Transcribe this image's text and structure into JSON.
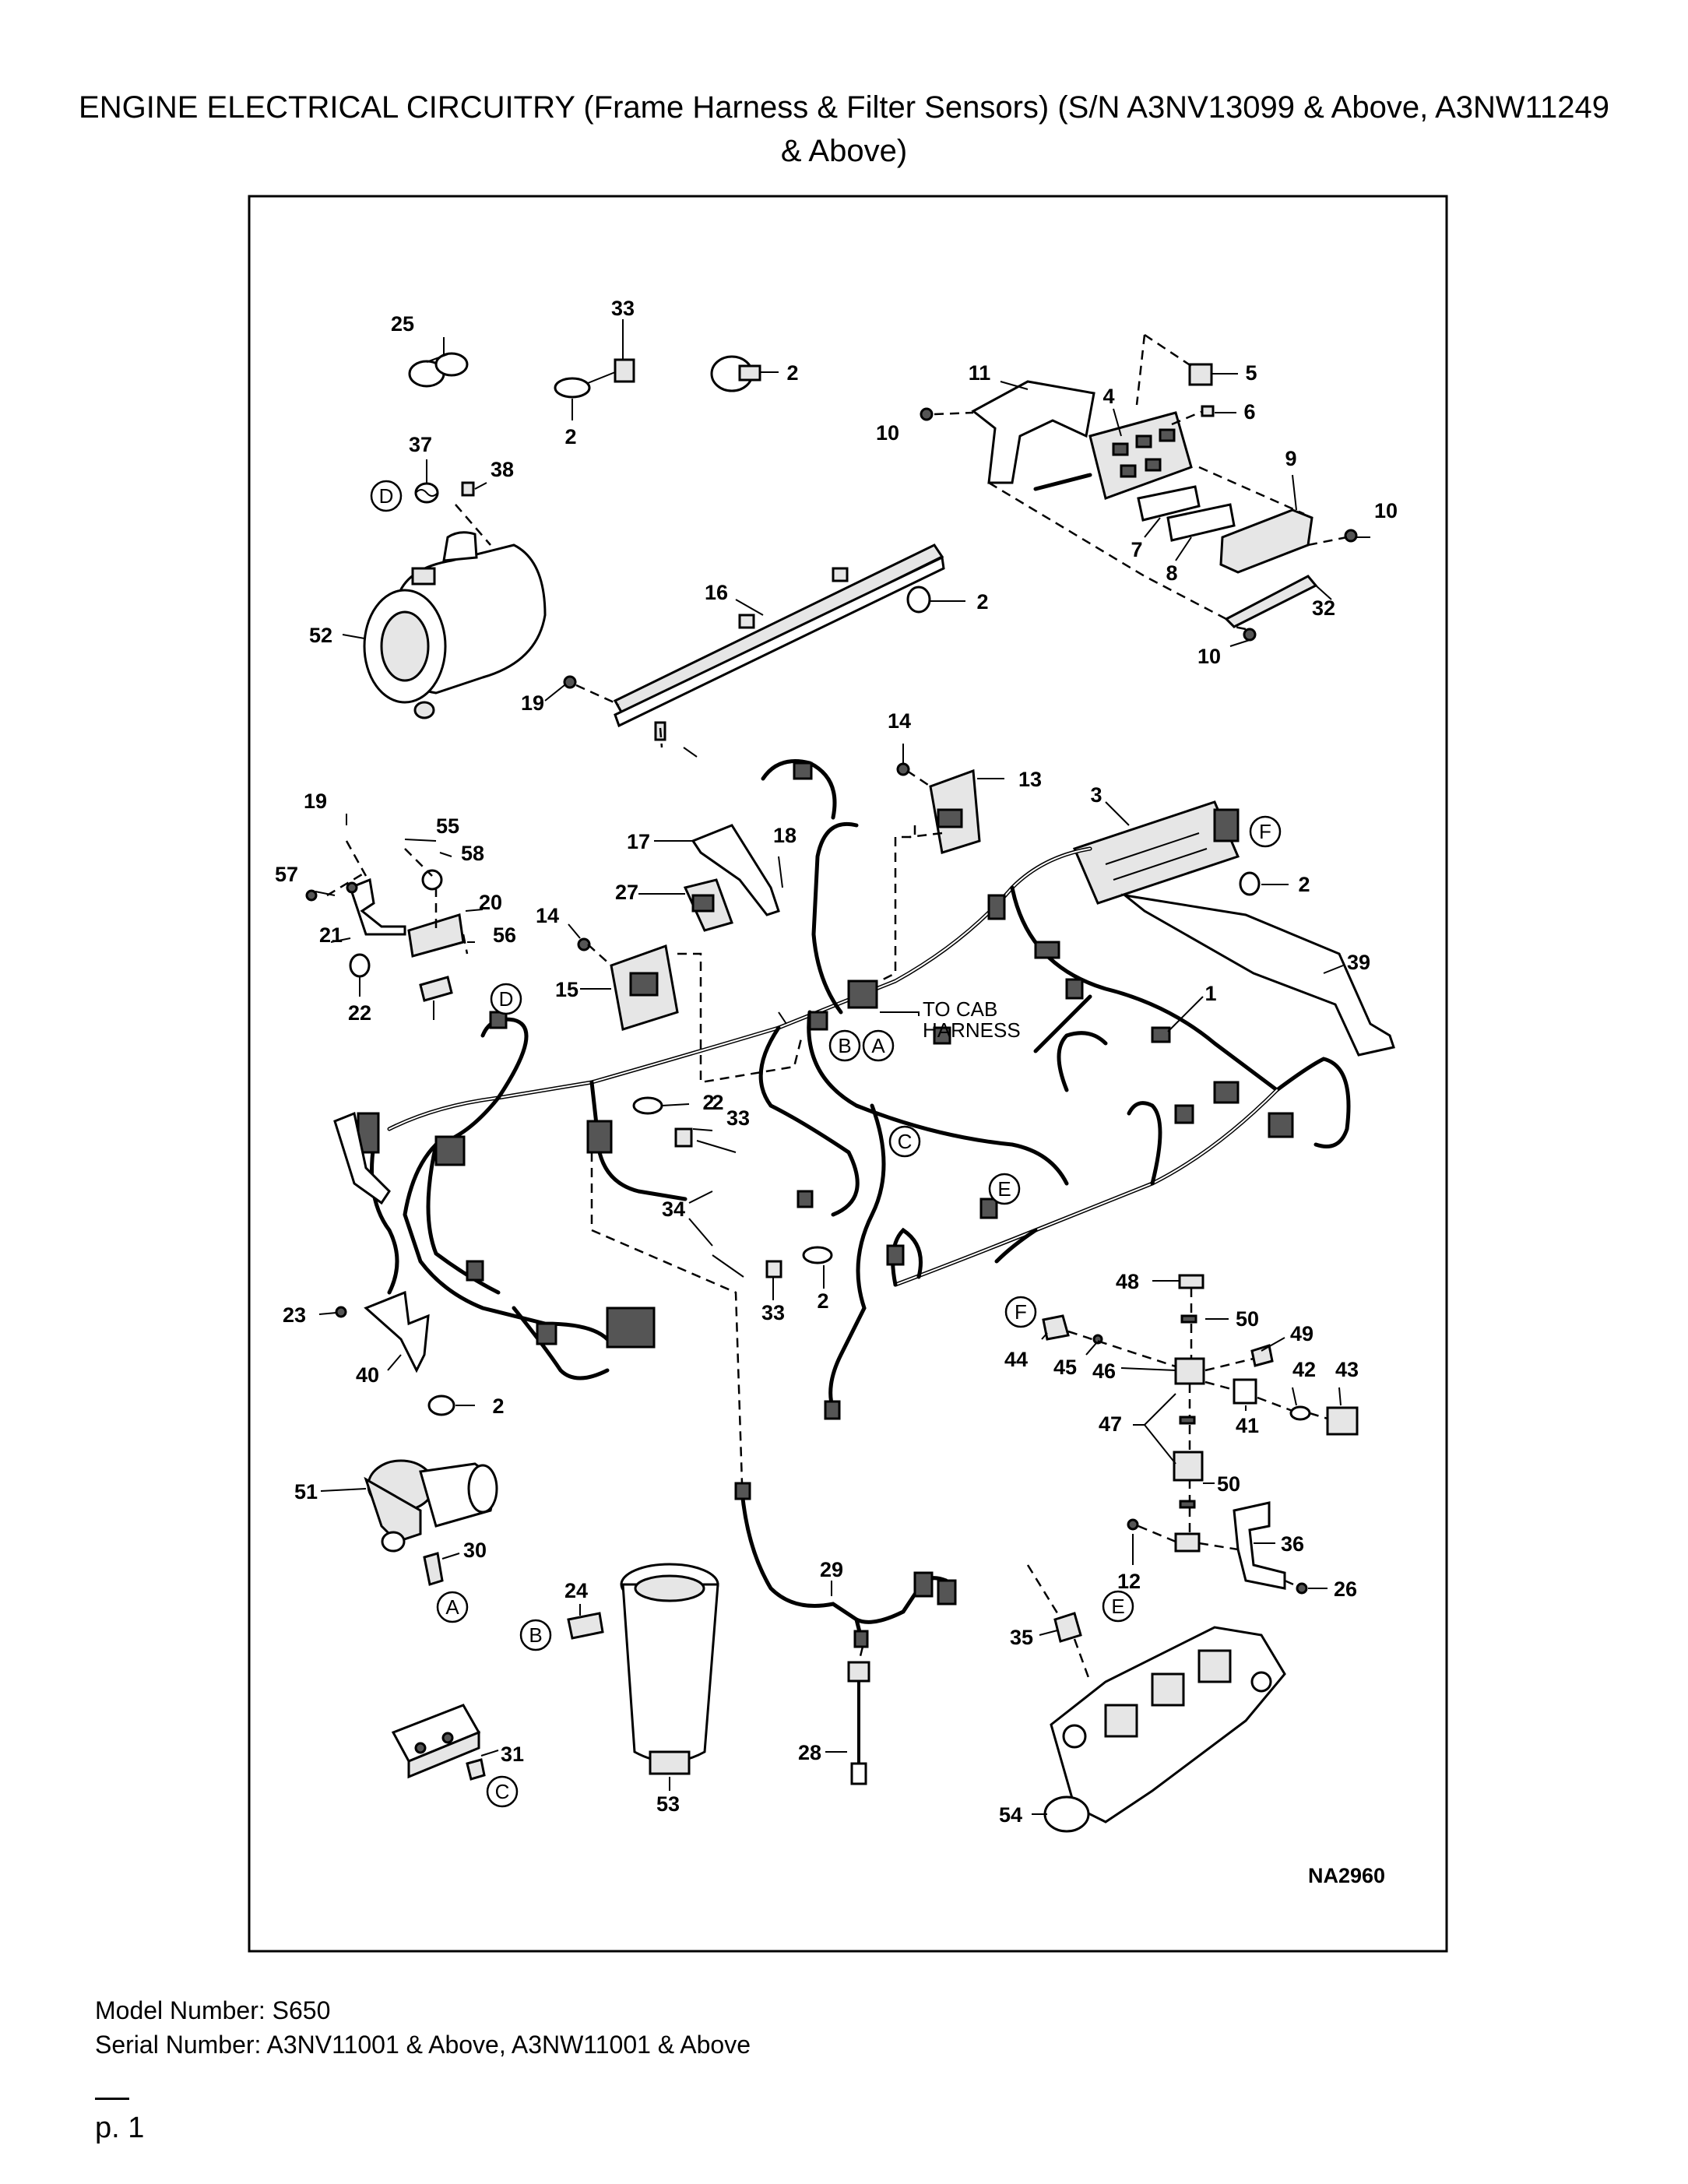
{
  "page": {
    "title": "ENGINE ELECTRICAL CIRCUITRY (Frame Harness & Filter Sensors) (S/N A3NV13099 & Above, A3NW11249 & Above)",
    "model_number": "Model Number: S650",
    "serial_number": "Serial Number: A3NV11001 & Above, A3NW11001 & Above",
    "page_number": "p. 1"
  },
  "diagram": {
    "figure_id": "NA2960",
    "note_line1": "TO CAB",
    "note_line2": "HARNESS",
    "callouts": [
      {
        "id": "c25",
        "label": "25"
      },
      {
        "id": "c33a",
        "label": "33"
      },
      {
        "id": "c2a",
        "label": "2"
      },
      {
        "id": "c2b",
        "label": "2"
      },
      {
        "id": "c11",
        "label": "11"
      },
      {
        "id": "c5",
        "label": "5"
      },
      {
        "id": "c6",
        "label": "6"
      },
      {
        "id": "c4",
        "label": "4"
      },
      {
        "id": "c10a",
        "label": "10"
      },
      {
        "id": "c9",
        "label": "9"
      },
      {
        "id": "c37",
        "label": "37"
      },
      {
        "id": "c38",
        "label": "38"
      },
      {
        "id": "c10b",
        "label": "10"
      },
      {
        "id": "c7",
        "label": "7"
      },
      {
        "id": "c8",
        "label": "8"
      },
      {
        "id": "c16",
        "label": "16"
      },
      {
        "id": "c2c",
        "label": "2"
      },
      {
        "id": "c32",
        "label": "32"
      },
      {
        "id": "c52",
        "label": "52"
      },
      {
        "id": "c10c",
        "label": "10"
      },
      {
        "id": "c19a",
        "label": "19"
      },
      {
        "id": "c14a",
        "label": "14"
      },
      {
        "id": "c13",
        "label": "13"
      },
      {
        "id": "c3",
        "label": "3"
      },
      {
        "id": "c19b",
        "label": "19"
      },
      {
        "id": "c55",
        "label": "55"
      },
      {
        "id": "c17",
        "label": "17"
      },
      {
        "id": "c18",
        "label": "18"
      },
      {
        "id": "c58",
        "label": "58"
      },
      {
        "id": "c57",
        "label": "57"
      },
      {
        "id": "c27",
        "label": "27"
      },
      {
        "id": "c2d",
        "label": "2"
      },
      {
        "id": "c20",
        "label": "20"
      },
      {
        "id": "c21",
        "label": "21"
      },
      {
        "id": "c14b",
        "label": "14"
      },
      {
        "id": "c56",
        "label": "56"
      },
      {
        "id": "c39",
        "label": "39"
      },
      {
        "id": "c15",
        "label": "15"
      },
      {
        "id": "c1",
        "label": "1"
      },
      {
        "id": "c2e",
        "label": "2"
      },
      {
        "id": "c22",
        "label": "22"
      },
      {
        "id": "c2f",
        "label": "2"
      },
      {
        "id": "c33b",
        "label": "33"
      },
      {
        "id": "c34",
        "label": "34"
      },
      {
        "id": "c48",
        "label": "48"
      },
      {
        "id": "c2g",
        "label": "2"
      },
      {
        "id": "c33c",
        "label": "33"
      },
      {
        "id": "c23",
        "label": "23"
      },
      {
        "id": "c50a",
        "label": "50"
      },
      {
        "id": "c49",
        "label": "49"
      },
      {
        "id": "c44",
        "label": "44"
      },
      {
        "id": "c45",
        "label": "45"
      },
      {
        "id": "c46",
        "label": "46"
      },
      {
        "id": "c42",
        "label": "42"
      },
      {
        "id": "c43",
        "label": "43"
      },
      {
        "id": "c40",
        "label": "40"
      },
      {
        "id": "c2h",
        "label": "2"
      },
      {
        "id": "c47",
        "label": "47"
      },
      {
        "id": "c41",
        "label": "41"
      },
      {
        "id": "c50b",
        "label": "50"
      },
      {
        "id": "c51",
        "label": "51"
      },
      {
        "id": "c30",
        "label": "30"
      },
      {
        "id": "c36",
        "label": "36"
      },
      {
        "id": "c12",
        "label": "12"
      },
      {
        "id": "c26",
        "label": "26"
      },
      {
        "id": "c29",
        "label": "29"
      },
      {
        "id": "c24",
        "label": "24"
      },
      {
        "id": "c35",
        "label": "35"
      },
      {
        "id": "c28",
        "label": "28"
      },
      {
        "id": "c31",
        "label": "31"
      },
      {
        "id": "c53",
        "label": "53"
      },
      {
        "id": "c54",
        "label": "54"
      }
    ],
    "connector_letters": [
      {
        "id": "lD1",
        "label": "D"
      },
      {
        "id": "lF1",
        "label": "F"
      },
      {
        "id": "lD2",
        "label": "D"
      },
      {
        "id": "lB1",
        "label": "B"
      },
      {
        "id": "lA1",
        "label": "A"
      },
      {
        "id": "lC1",
        "label": "C"
      },
      {
        "id": "lE1",
        "label": "E"
      },
      {
        "id": "lF2",
        "label": "F"
      },
      {
        "id": "lA2",
        "label": "A"
      },
      {
        "id": "lB2",
        "label": "B"
      },
      {
        "id": "lE2",
        "label": "E"
      },
      {
        "id": "lC2",
        "label": "C"
      }
    ]
  }
}
